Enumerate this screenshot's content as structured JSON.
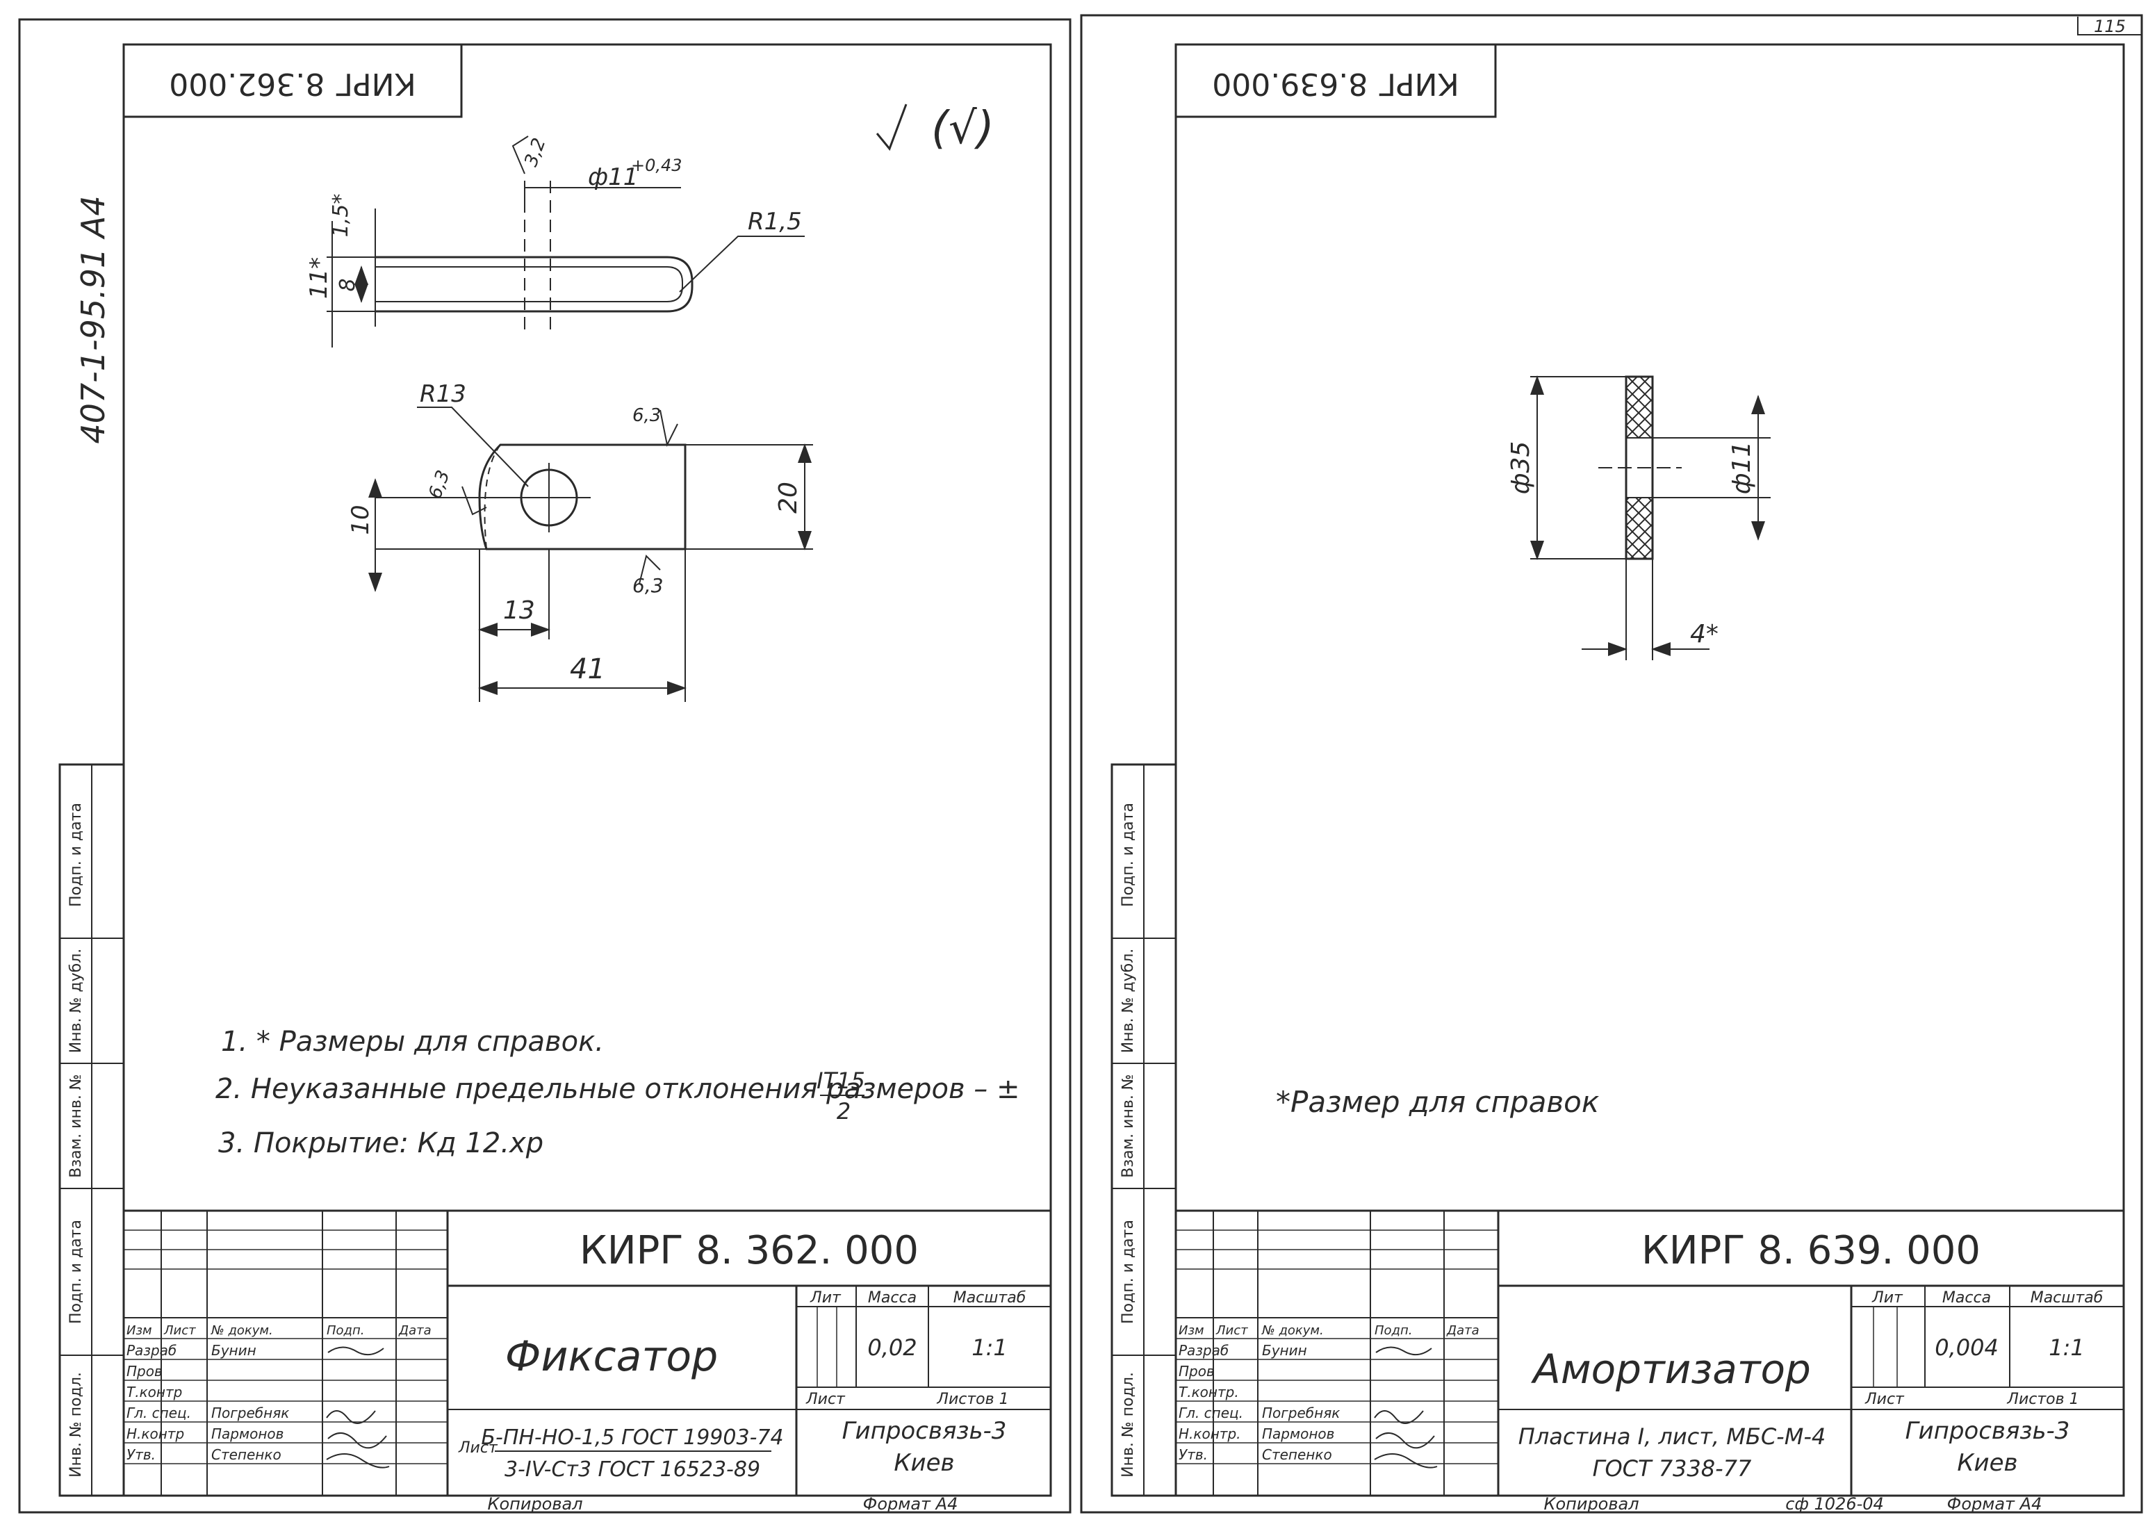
{
  "page_number": "115",
  "left_margin_code": "407-1-95.91 A4",
  "side_stamp": {
    "signature_date": "Подп. и дата",
    "dup_inv": "Инв. № дубл.",
    "replace_inv": "Взам. инв. №",
    "original_inv": "Инв. № подл."
  },
  "sheet1": {
    "top_code": "КИРГ 8.362.000",
    "roughness_symbol": "(√)",
    "dims": {
      "d11": "ф11",
      "d11_tol": "+0,43",
      "r15": "R1,5",
      "r32": "3,2",
      "h15": "1,5*",
      "h11": "11*",
      "h8": "8",
      "r13": "R13",
      "r63a": "6,3",
      "r63b": "6,3",
      "r63c": "6,3",
      "w20": "20",
      "w10": "10",
      "w13": "13",
      "w41": "41"
    },
    "notes": [
      "1. * Размеры для справок.",
      "2. Неуказанные предельные отклонения размеров – ±",
      "3. Покрытие: Кд 12.хр"
    ],
    "tolerance_fraction": {
      "num": "IT15",
      "den": "2"
    },
    "title_block": {
      "code": "КИРГ 8. 362. 000",
      "name": "Фиксатор",
      "material_line1": "Б-ПН-НО-1,5 ГОСТ 19903-74",
      "material_line2": "3-IV-Ст3 ГОСТ 16523-89",
      "material_prefix": "Лист",
      "lit_label": "Лит",
      "mass_label": "Масса",
      "scale_label": "Масштаб",
      "mass_value": "0,02",
      "scale_value": "1:1",
      "sheet_label": "Лист",
      "sheets_label": "Листов 1",
      "org_line1": "Гипросвязь-3",
      "org_line2": "Киев",
      "hdr_izm": "Изм",
      "hdr_list": "Лист",
      "hdr_doc": "№ докум.",
      "hdr_sign": "Подп.",
      "hdr_date": "Дата",
      "role_razrab": "Разраб",
      "role_prov": "Пров",
      "role_tkontr": "Т.контр",
      "role_glspec": "Гл. спец.",
      "role_nkontr": "Н.контр",
      "role_utv": "Утв.",
      "name_razrab": "Бунин",
      "name_glspec": "Погребняк",
      "name_nkontr": "Пармонов",
      "name_utv": "Степенко",
      "copied": "Копировал",
      "format": "Формат А4"
    }
  },
  "sheet2": {
    "top_code": "КИРГ 8.639.000",
    "dims": {
      "d35": "ф35",
      "d11": "ф11",
      "t4": "4*"
    },
    "note": "*Размер для справок",
    "title_block": {
      "code": "КИРГ 8. 639. 000",
      "name": "Амортизатор",
      "material_line1": "Пластина I, лист, МБС-М-4",
      "material_line2": "ГОСТ 7338-77",
      "lit_label": "Лит",
      "mass_label": "Масса",
      "scale_label": "Масштаб",
      "mass_value": "0,004",
      "scale_value": "1:1",
      "sheet_label": "Лист",
      "sheets_label": "Листов 1",
      "org_line1": "Гипросвязь-3",
      "org_line2": "Киев",
      "hdr_izm": "Изм",
      "hdr_list": "Лист",
      "hdr_doc": "№ докум.",
      "hdr_sign": "Подп.",
      "hdr_date": "Дата",
      "role_razrab": "Разраб",
      "role_prov": "Пров",
      "role_tkontr": "Т.контр.",
      "role_glspec": "Гл. спец.",
      "role_nkontr": "Н.контр.",
      "role_utv": "Утв.",
      "name_razrab": "Бунин",
      "name_glspec": "Погребняк",
      "name_nkontr": "Пармонов",
      "name_utv": "Степенко",
      "copied": "Копировал",
      "format_code": "сф 1026-04",
      "format": "Формат А4"
    }
  }
}
